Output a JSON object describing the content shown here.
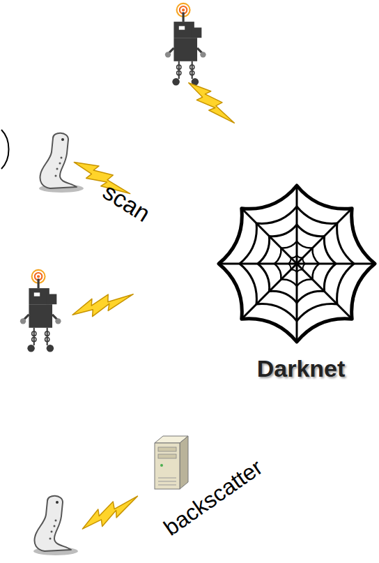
{
  "diagram": {
    "labels": [
      "scan",
      "Darknet",
      "backscatter"
    ]
  }
}
